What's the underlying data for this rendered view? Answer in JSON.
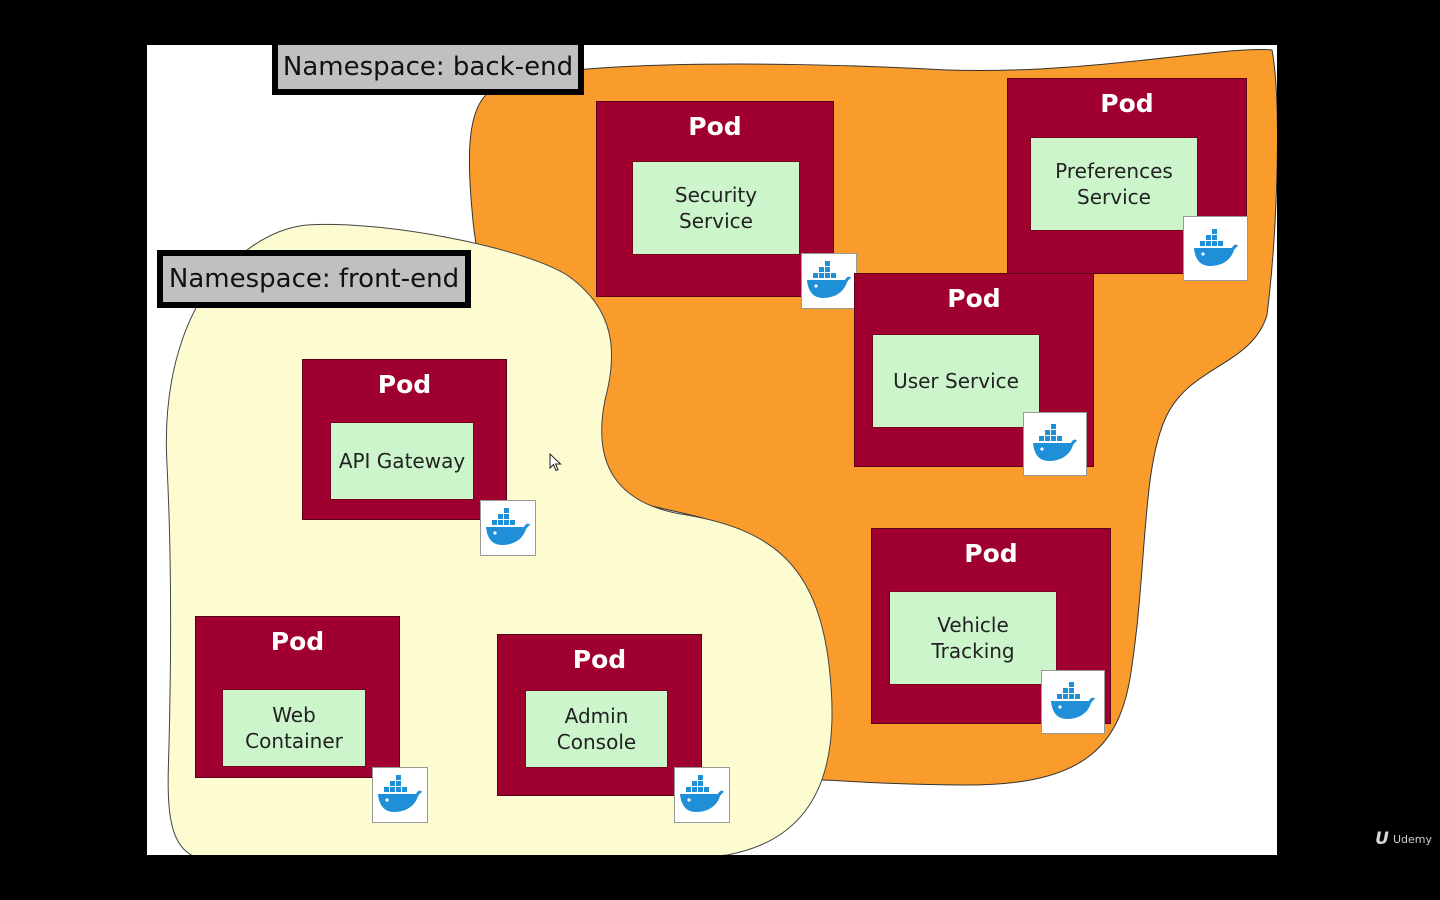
{
  "namespaces": {
    "back_end": {
      "label": "Namespace: back-end",
      "color": "#fa9c2c"
    },
    "front_end": {
      "label": "Namespace: front-end",
      "color": "#fcfcd0"
    }
  },
  "pods": [
    {
      "title": "Pod",
      "service": "Security\nService",
      "namespace": "back-end"
    },
    {
      "title": "Pod",
      "service": "Preferences\nService",
      "namespace": "back-end"
    },
    {
      "title": "Pod",
      "service": "User Service",
      "namespace": "back-end"
    },
    {
      "title": "Pod",
      "service": "Vehicle\nTracking",
      "namespace": "back-end"
    },
    {
      "title": "Pod",
      "service": "API Gateway",
      "namespace": "front-end"
    },
    {
      "title": "Pod",
      "service": "Web\nContainer",
      "namespace": "front-end"
    },
    {
      "title": "Pod",
      "service": "Admin\nConsole",
      "namespace": "front-end"
    }
  ],
  "icons": {
    "container": "docker-whale-icon",
    "cursor": "mouse-cursor-icon",
    "brand": "udemy-logo-icon"
  },
  "colors": {
    "pod": "#a0002f",
    "service": "#ccf5cc",
    "docker": "#1f8fd8"
  },
  "watermark": "Udemy"
}
